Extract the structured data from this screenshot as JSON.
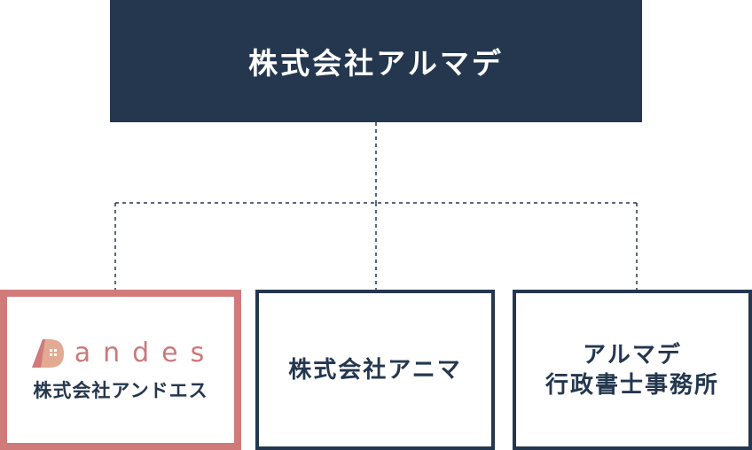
{
  "parent": {
    "name": "株式会社アルマデ"
  },
  "children": [
    {
      "name": "株式会社アンドエス",
      "logo_text": "andes"
    },
    {
      "name": "株式会社アニマ"
    },
    {
      "name_line1": "アルマデ",
      "name_line2": "行政書士事務所"
    }
  ],
  "colors": {
    "navy": "#24374f",
    "andes_accent": "#d07a7a",
    "andes_logo": "#c97a7a"
  }
}
